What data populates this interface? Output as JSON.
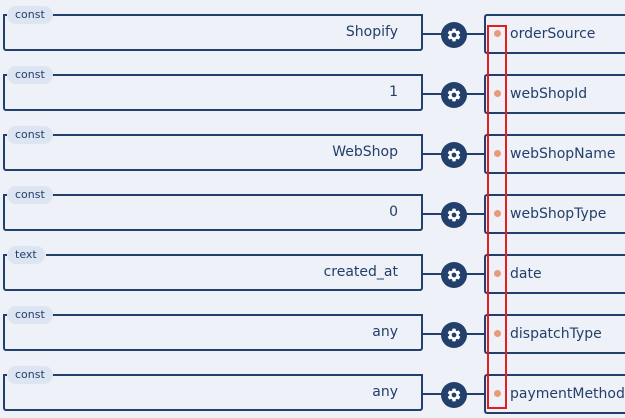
{
  "rows": [
    {
      "type": "const",
      "value": "Shopify",
      "target": "orderSource"
    },
    {
      "type": "const",
      "value": "1",
      "target": "webShopId"
    },
    {
      "type": "const",
      "value": "WebShop",
      "target": "webShopName"
    },
    {
      "type": "const",
      "value": "0",
      "target": "webShopType"
    },
    {
      "type": "text",
      "value": "created_at",
      "target": "date"
    },
    {
      "type": "const",
      "value": "any",
      "target": "dispatchType"
    },
    {
      "type": "const",
      "value": "any",
      "target": "paymentMethod"
    }
  ],
  "icons": {
    "settings": "gear-icon",
    "port": "port-dot-icon"
  },
  "colors": {
    "primary": "#22406b",
    "background": "#eef1f7",
    "type_badge": "#dde5f3",
    "port_dot": "#e99a78",
    "highlight": "#e41e1e"
  }
}
